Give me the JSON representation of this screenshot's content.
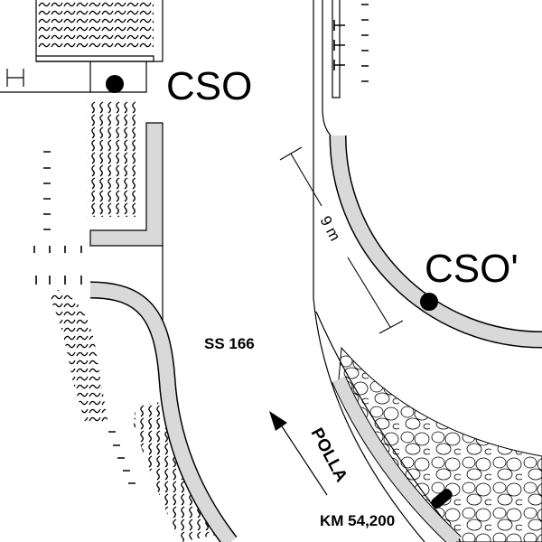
{
  "labels": {
    "cso": "CSO",
    "cso_prime": "CSO'",
    "dimension": "9 m",
    "road": "SS 166",
    "direction": "POLLA",
    "kilometer": "KM 54,200"
  },
  "colors": {
    "line": "#000000",
    "band": "#d9d9d9",
    "background": "#ffffff"
  }
}
